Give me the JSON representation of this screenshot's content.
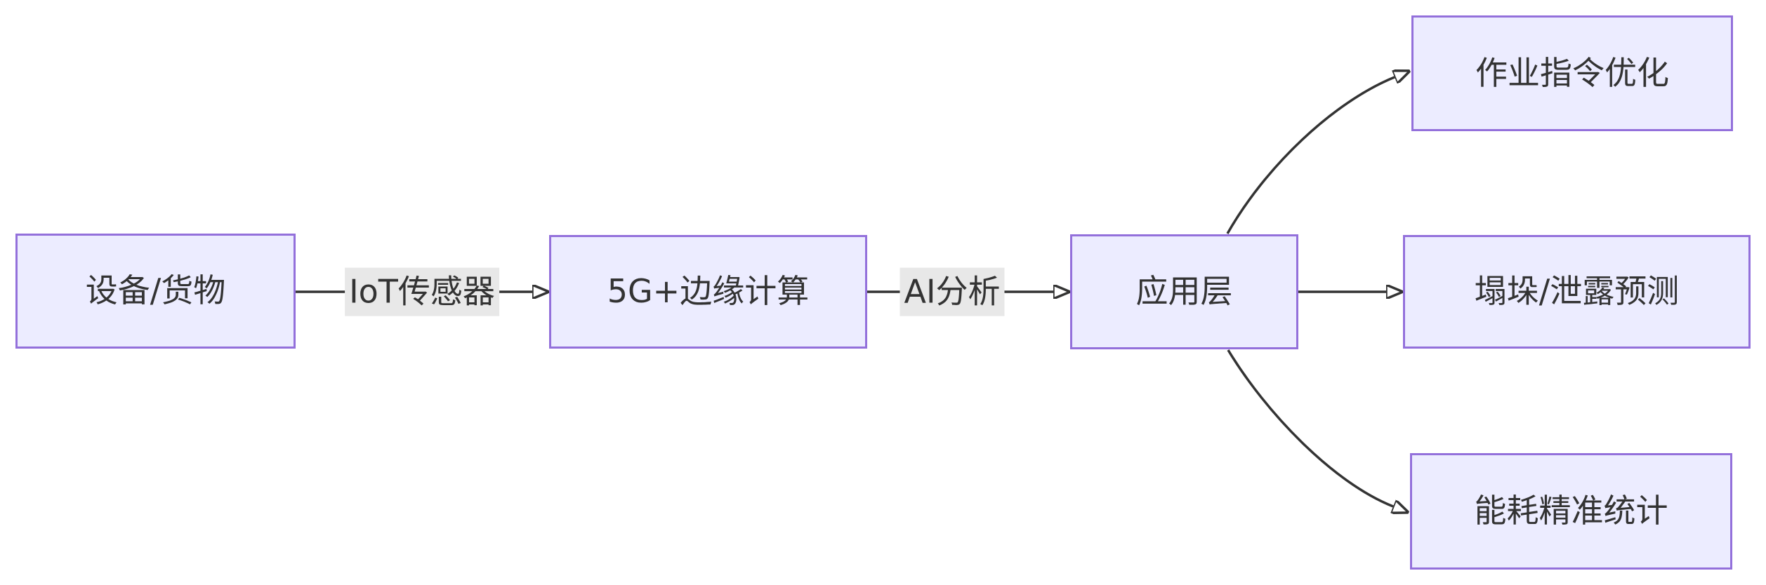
{
  "diagram": {
    "type": "flowchart",
    "direction": "left-to-right"
  },
  "theme": {
    "canvas-bg": "#ffffff",
    "node-fill": "#ECECFF",
    "node-border": "#9370DB",
    "edge-color": "#333333",
    "text-color": "#333333",
    "edge-label-bg": "#e8e8e8"
  },
  "nodes": {
    "device": {
      "label": "设备/货物"
    },
    "edge_computing": {
      "label": "5G+边缘计算"
    },
    "app_layer": {
      "label": "应用层"
    },
    "job_optimization": {
      "label": "作业指令优化"
    },
    "collapse_prediction": {
      "label": "塌垛/泄露预测"
    },
    "energy_stats": {
      "label": "能耗精准统计"
    }
  },
  "edges": {
    "iot": {
      "from": "设备/货物",
      "to": "5G+边缘计算",
      "label": "IoT传感器"
    },
    "ai": {
      "from": "5G+边缘计算",
      "to": "应用层",
      "label": "AI分析"
    },
    "to_job": {
      "from": "应用层",
      "to": "作业指令优化",
      "label": ""
    },
    "to_collapse": {
      "from": "应用层",
      "to": "塌垛/泄露预测",
      "label": ""
    },
    "to_energy": {
      "from": "应用层",
      "to": "能耗精准统计",
      "label": ""
    }
  }
}
